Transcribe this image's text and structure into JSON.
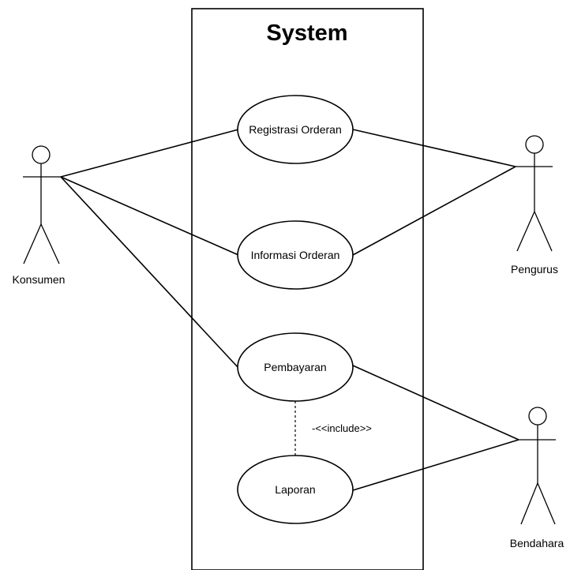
{
  "system": {
    "title": "System"
  },
  "actors": [
    {
      "id": "konsumen",
      "label": "Konsumen"
    },
    {
      "id": "pengurus",
      "label": "Pengurus"
    },
    {
      "id": "bendahara",
      "label": "Bendahara"
    }
  ],
  "use_cases": [
    {
      "id": "registrasi",
      "label": "Registrasi Orderan"
    },
    {
      "id": "informasi",
      "label": "Informasi Orderan"
    },
    {
      "id": "pembayaran",
      "label": "Pembayaran"
    },
    {
      "id": "laporan",
      "label": "Laporan"
    }
  ],
  "associations": [
    {
      "from": "konsumen",
      "to": "registrasi"
    },
    {
      "from": "konsumen",
      "to": "informasi"
    },
    {
      "from": "konsumen",
      "to": "pembayaran"
    },
    {
      "from": "pengurus",
      "to": "registrasi"
    },
    {
      "from": "pengurus",
      "to": "informasi"
    },
    {
      "from": "bendahara",
      "to": "pembayaran"
    },
    {
      "from": "bendahara",
      "to": "laporan"
    }
  ],
  "relations": [
    {
      "from": "pembayaran",
      "to": "laporan",
      "label": "-<<include>>"
    }
  ]
}
